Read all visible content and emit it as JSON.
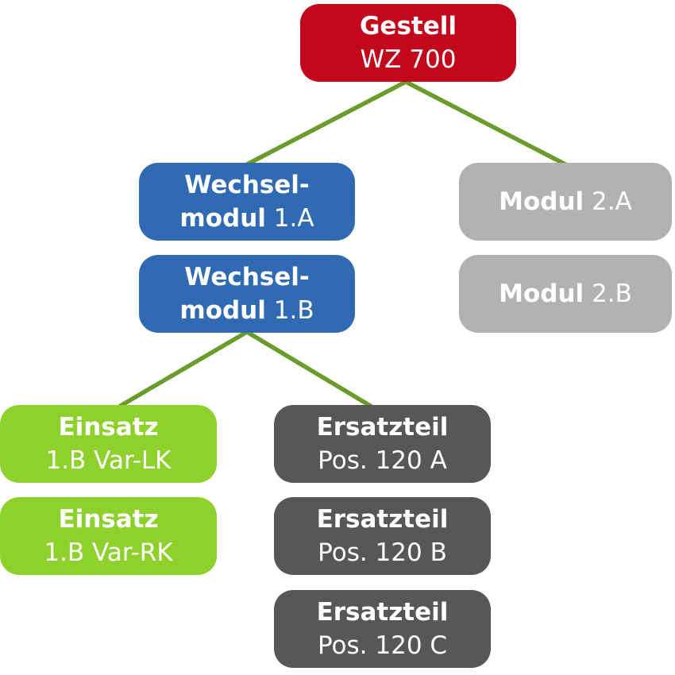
{
  "diagram": {
    "type": "tree",
    "description_language": "de",
    "colors": {
      "root_red": "#C2061C",
      "module_blue": "#2F6AB2",
      "module_gray": "#B2B2B2",
      "insert_green": "#8ED12C",
      "sparepart_darkgray": "#575756",
      "connector_green": "#6A9B2D",
      "text": "#FFFFFF",
      "background": "#FFFFFF"
    },
    "nodes": {
      "gestell_wz700": {
        "l1b": "Gestell",
        "l1r": "",
        "l2b": "",
        "l2r": "WZ 700"
      },
      "wechselmodul_1a": {
        "l1b": "Wechsel-",
        "l1r": "",
        "l2b": "modul",
        "l2r": " 1.A"
      },
      "wechselmodul_1b": {
        "l1b": "Wechsel-",
        "l1r": "",
        "l2b": "modul",
        "l2r": " 1.B"
      },
      "modul_2a": {
        "l1b": "Modul",
        "l1r": " 2.A"
      },
      "modul_2b": {
        "l1b": "Modul",
        "l1r": " 2.B"
      },
      "einsatz_1b_lk": {
        "l1b": "Einsatz",
        "l1r": "",
        "l2b": "",
        "l2r": "1.B Var-LK"
      },
      "einsatz_1b_rk": {
        "l1b": "Einsatz",
        "l1r": "",
        "l2b": "",
        "l2r": "1.B Var-RK"
      },
      "ersatzteil_120a": {
        "l1b": "Ersatzteil",
        "l1r": "",
        "l2b": "",
        "l2r": "Pos. 120 A"
      },
      "ersatzteil_120b": {
        "l1b": "Ersatzteil",
        "l1r": "",
        "l2b": "",
        "l2r": "Pos. 120 B"
      },
      "ersatzteil_120c": {
        "l1b": "Ersatzteil",
        "l1r": "",
        "l2b": "",
        "l2r": "Pos. 120 C"
      }
    },
    "edges": [
      {
        "from": "gestell_wz700",
        "to": "wechselmodul_1a"
      },
      {
        "from": "gestell_wz700",
        "to": "modul_2a"
      },
      {
        "from": "wechselmodul_1b",
        "to": "einsatz_1b_lk"
      },
      {
        "from": "wechselmodul_1b",
        "to": "ersatzteil_120a"
      }
    ]
  }
}
